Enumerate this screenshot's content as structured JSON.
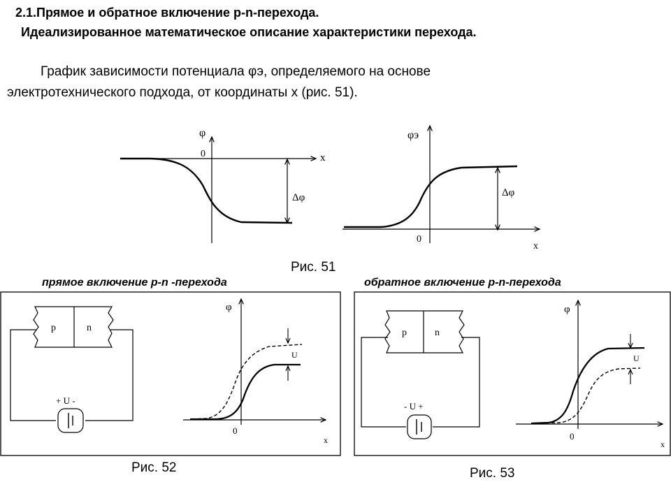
{
  "slide": {
    "title_line1": "2.1.Прямое и обратное включение p-n-перехода.",
    "title_line2": "Идеализированное математическое описание характеристики перехода.",
    "para_line1": "График зависимости потенциала φэ, определяемого на основе",
    "para_line2": "электротехнического подхода, от координаты x (рис. 51)."
  },
  "fig51": {
    "caption": "Рис. 51",
    "left": {
      "y_label": "φ",
      "x_label": "x",
      "zero": "0",
      "delta": "Δφ"
    },
    "right": {
      "y_label": "φэ",
      "x_label": "x",
      "zero": "0",
      "delta": "Δφ"
    }
  },
  "fig52": {
    "heading": "прямое включение p-n -перехода",
    "caption": "Рис. 52",
    "p": "p",
    "n": "n",
    "source": "+ U -",
    "y_label": "φ",
    "x_label": "x",
    "zero": "0",
    "u": "U"
  },
  "fig53": {
    "heading": "обратное включение p-n-перехода",
    "caption": "Рис. 53",
    "p": "p",
    "n": "n",
    "source": "- U +",
    "y_label": "φ",
    "x_label": "x",
    "zero": "0",
    "u": "U"
  }
}
